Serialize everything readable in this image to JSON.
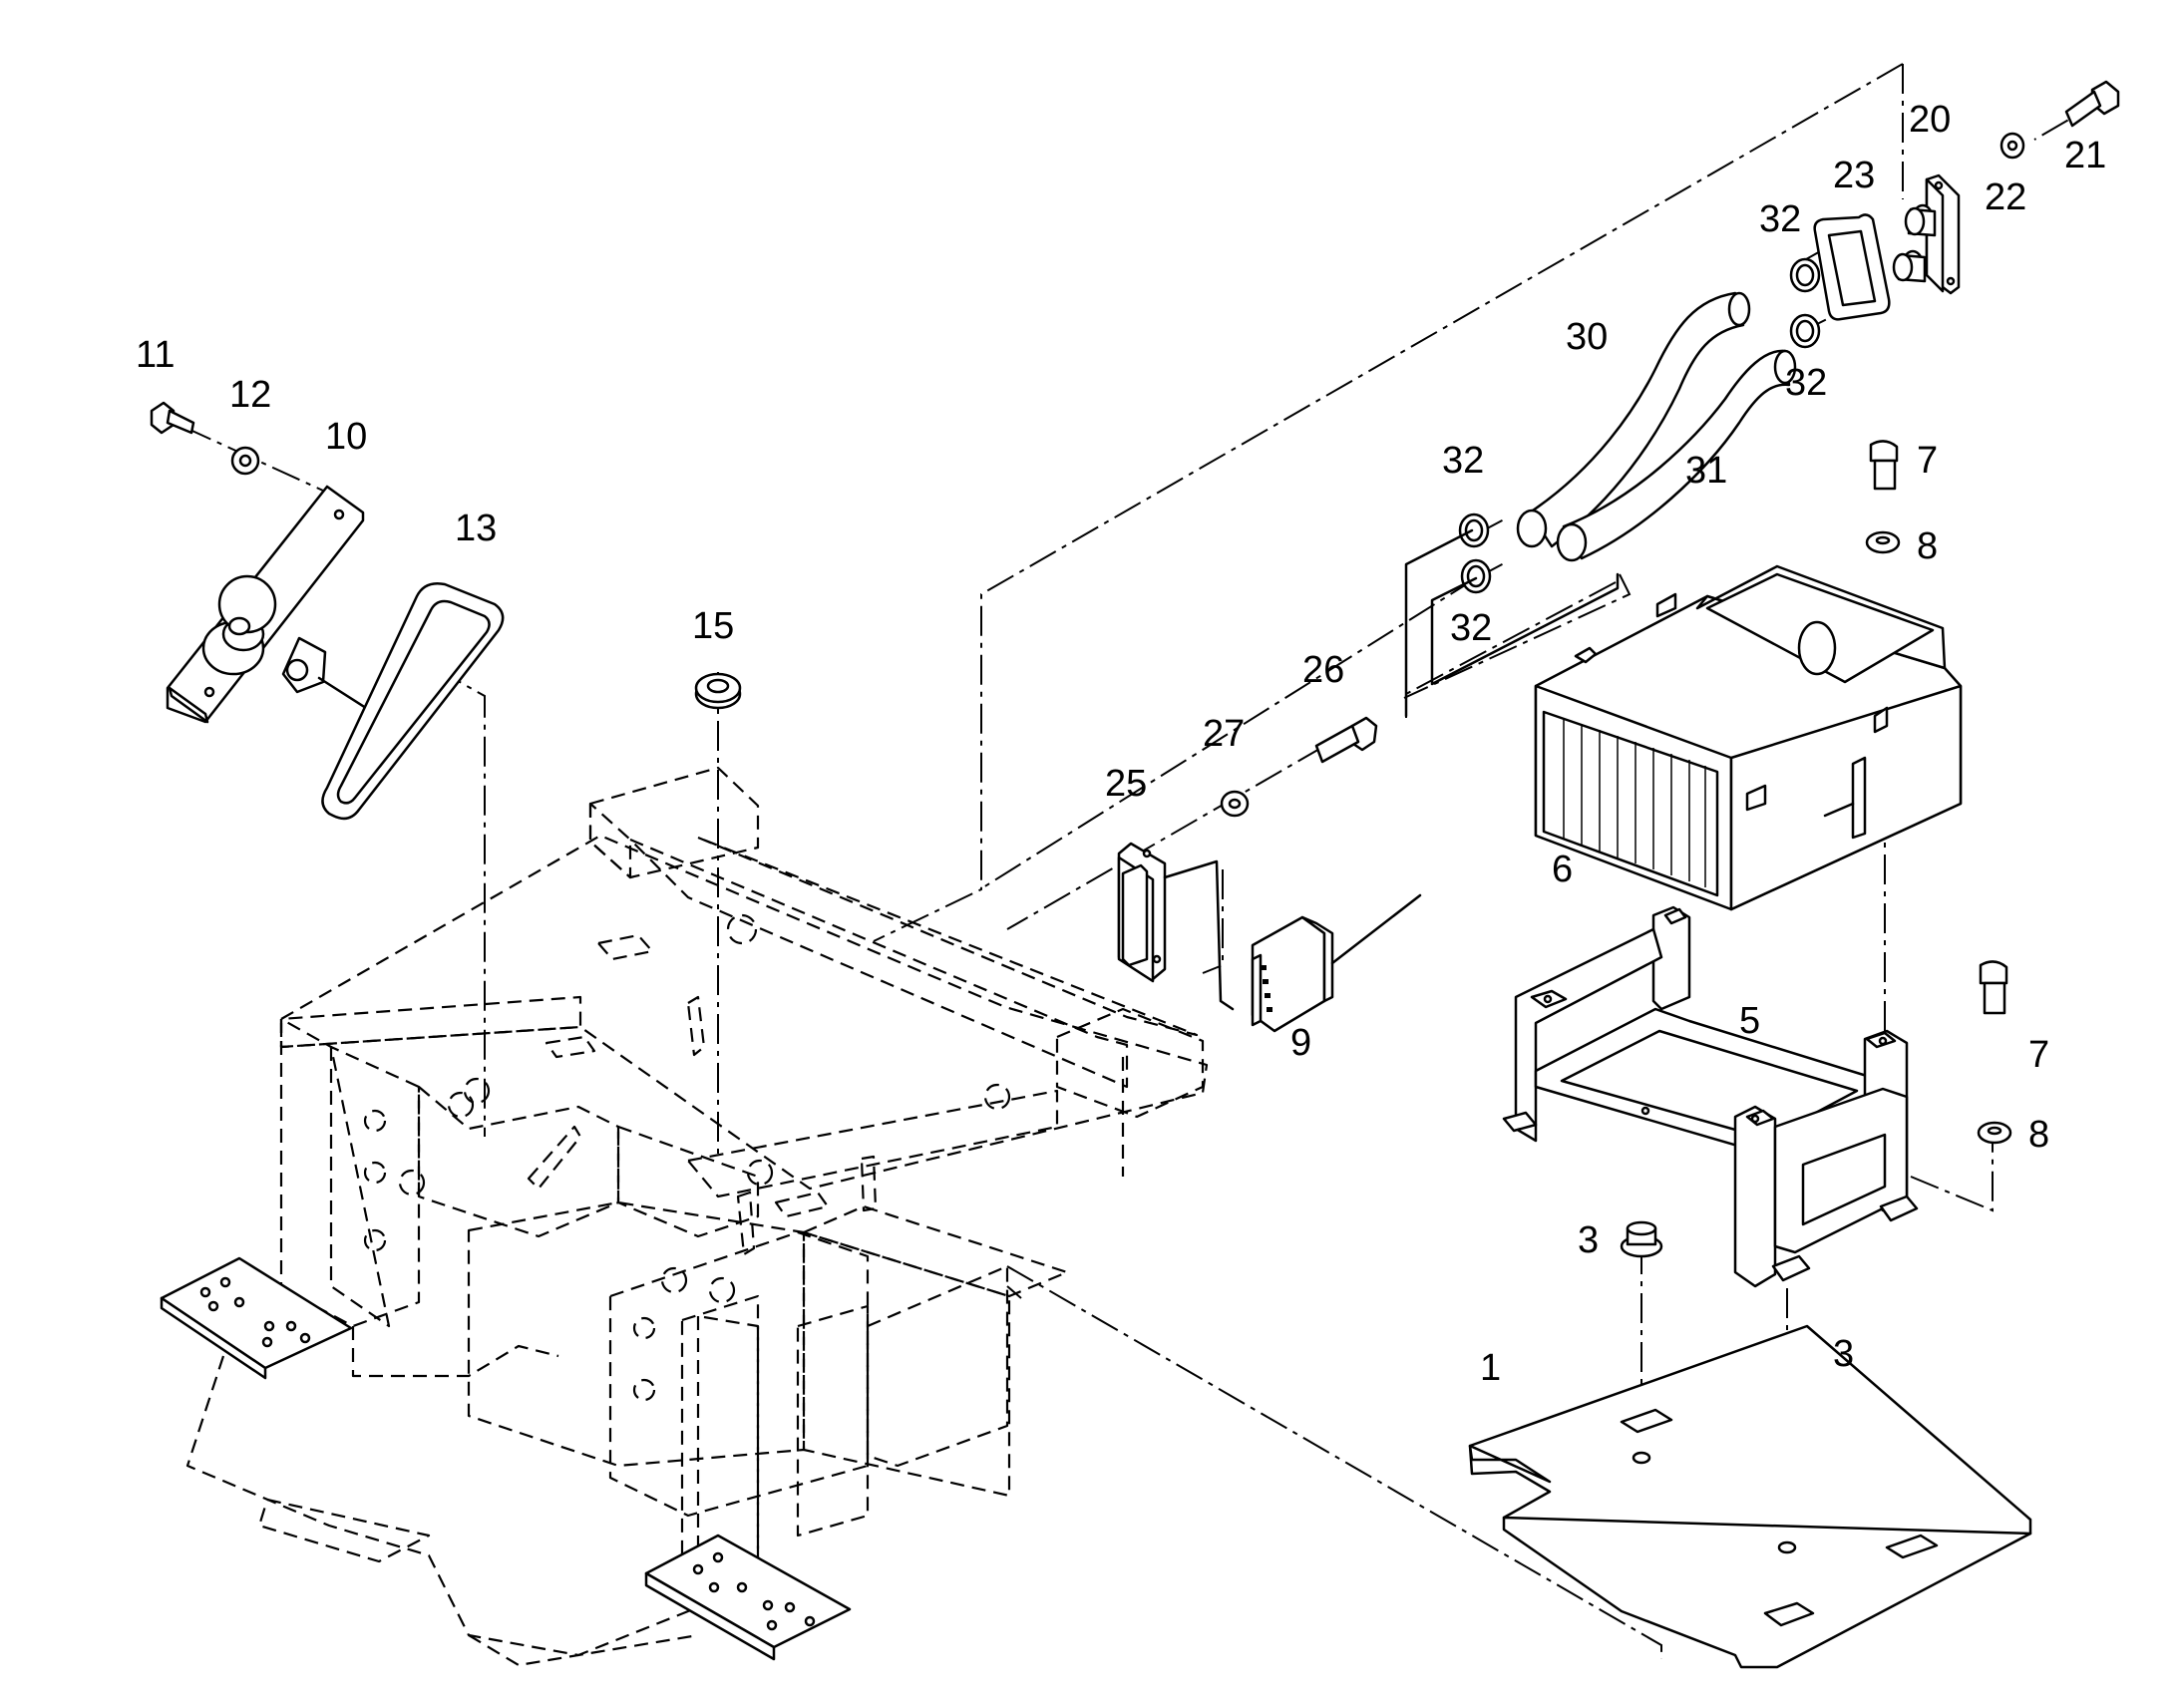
{
  "diagram": {
    "type": "exploded-parts-diagram",
    "callouts": [
      {
        "id": "c11",
        "text": "11"
      },
      {
        "id": "c12",
        "text": "12"
      },
      {
        "id": "c10",
        "text": "10"
      },
      {
        "id": "c13",
        "text": "13"
      },
      {
        "id": "c15",
        "text": "15"
      },
      {
        "id": "c26",
        "text": "26"
      },
      {
        "id": "c27",
        "text": "27"
      },
      {
        "id": "c25",
        "text": "25"
      },
      {
        "id": "c9",
        "text": "9"
      },
      {
        "id": "c20",
        "text": "20"
      },
      {
        "id": "c21",
        "text": "21"
      },
      {
        "id": "c22",
        "text": "22"
      },
      {
        "id": "c23",
        "text": "23"
      },
      {
        "id": "c32a",
        "text": "32"
      },
      {
        "id": "c30",
        "text": "30"
      },
      {
        "id": "c32b",
        "text": "32"
      },
      {
        "id": "c31",
        "text": "31"
      },
      {
        "id": "c32c",
        "text": "32"
      },
      {
        "id": "c32d",
        "text": "32"
      },
      {
        "id": "c7a",
        "text": "7"
      },
      {
        "id": "c8a",
        "text": "8"
      },
      {
        "id": "c6",
        "text": "6"
      },
      {
        "id": "c5",
        "text": "5"
      },
      {
        "id": "c7b",
        "text": "7"
      },
      {
        "id": "c8b",
        "text": "8"
      },
      {
        "id": "c3a",
        "text": "3"
      },
      {
        "id": "c3b",
        "text": "3"
      },
      {
        "id": "c1",
        "text": "1"
      }
    ]
  }
}
